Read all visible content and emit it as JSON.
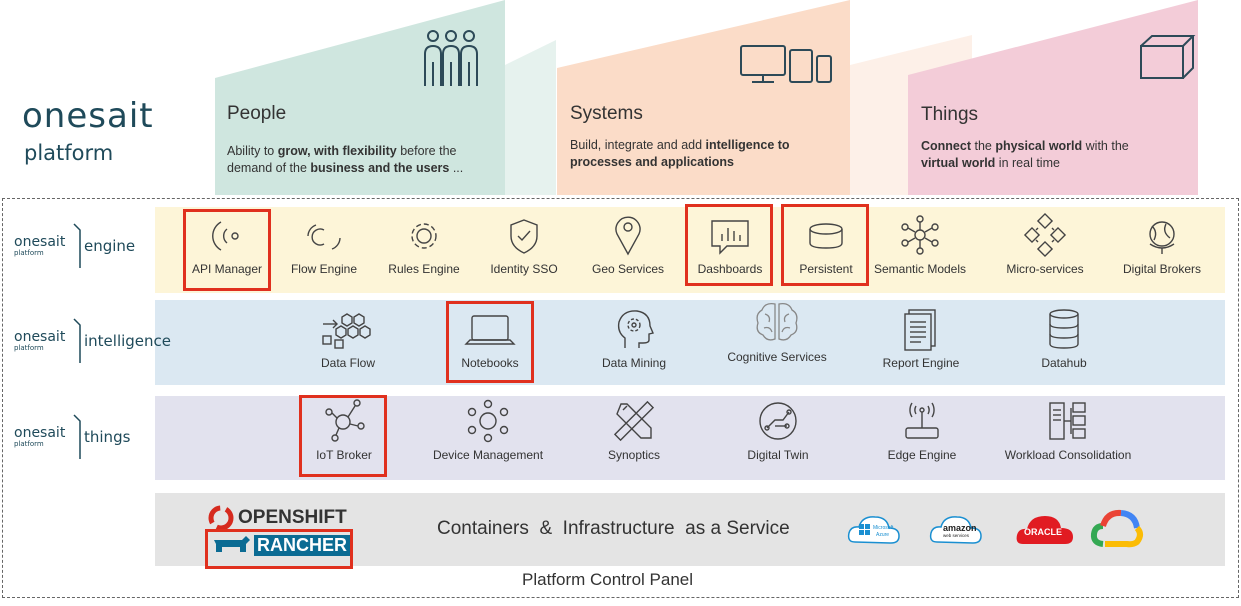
{
  "brand": {
    "name": "onesait",
    "sub": "platform"
  },
  "header": {
    "people": {
      "title": "People",
      "desc_1a": "Ability to ",
      "desc_1b": "grow, with flexibility",
      "desc_1c": " before the",
      "desc_2a": "demand of the ",
      "desc_2b": "business and the users",
      "desc_2c": " ..."
    },
    "systems": {
      "title": "Systems",
      "desc_1a": "Build, integrate and add ",
      "desc_1b": "intelligence to",
      "desc_2b": "processes and applications"
    },
    "things": {
      "title": "Things",
      "desc_1a": "Connect",
      "desc_1b": " the ",
      "desc_1c": "physical world",
      "desc_1d": " with the",
      "desc_2a": "virtual world",
      "desc_2b": " in real time"
    }
  },
  "layers": {
    "engine": {
      "brand": "onesait",
      "sub": "platform",
      "name": "engine",
      "items": [
        "API Manager",
        "Flow Engine",
        "Rules Engine",
        "Identity SSO",
        "Geo Services",
        "Dashboards",
        "Persistent",
        "Semantic Models",
        "Micro-services",
        "Digital Brokers"
      ]
    },
    "intelligence": {
      "brand": "onesait",
      "sub": "platform",
      "name": "intelligence",
      "items": [
        "Data Flow",
        "Notebooks",
        "Data Mining",
        "Cognitive Services",
        "Report Engine",
        "Datahub"
      ]
    },
    "things": {
      "brand": "onesait",
      "sub": "platform",
      "name": "things",
      "items": [
        "IoT Broker",
        "Device Management",
        "Synoptics",
        "Digital Twin",
        "Edge Engine",
        "Workload Consolidation"
      ]
    }
  },
  "infra": {
    "openshift": "OPENSHIFT",
    "rancher": "RANCHER",
    "title": "Containers  &  Infrastructure  as a Service",
    "clouds": {
      "azure_1": "Microsoft",
      "azure_2": "Azure",
      "amazon_1": "amazon",
      "amazon_2": "web services",
      "oracle": "ORACLE"
    }
  },
  "footer": "Platform Control Panel",
  "colors": {
    "engine_band": "#fdf5d8",
    "intelligence_band": "#dbe8f2",
    "things_band": "#e2e2ee",
    "infra_band": "#e4e4e4",
    "people_panel": "#cfe6df",
    "systems_panel": "#fbdcc8",
    "things_panel": "#f3ccd8",
    "highlight": "#e0301e"
  }
}
